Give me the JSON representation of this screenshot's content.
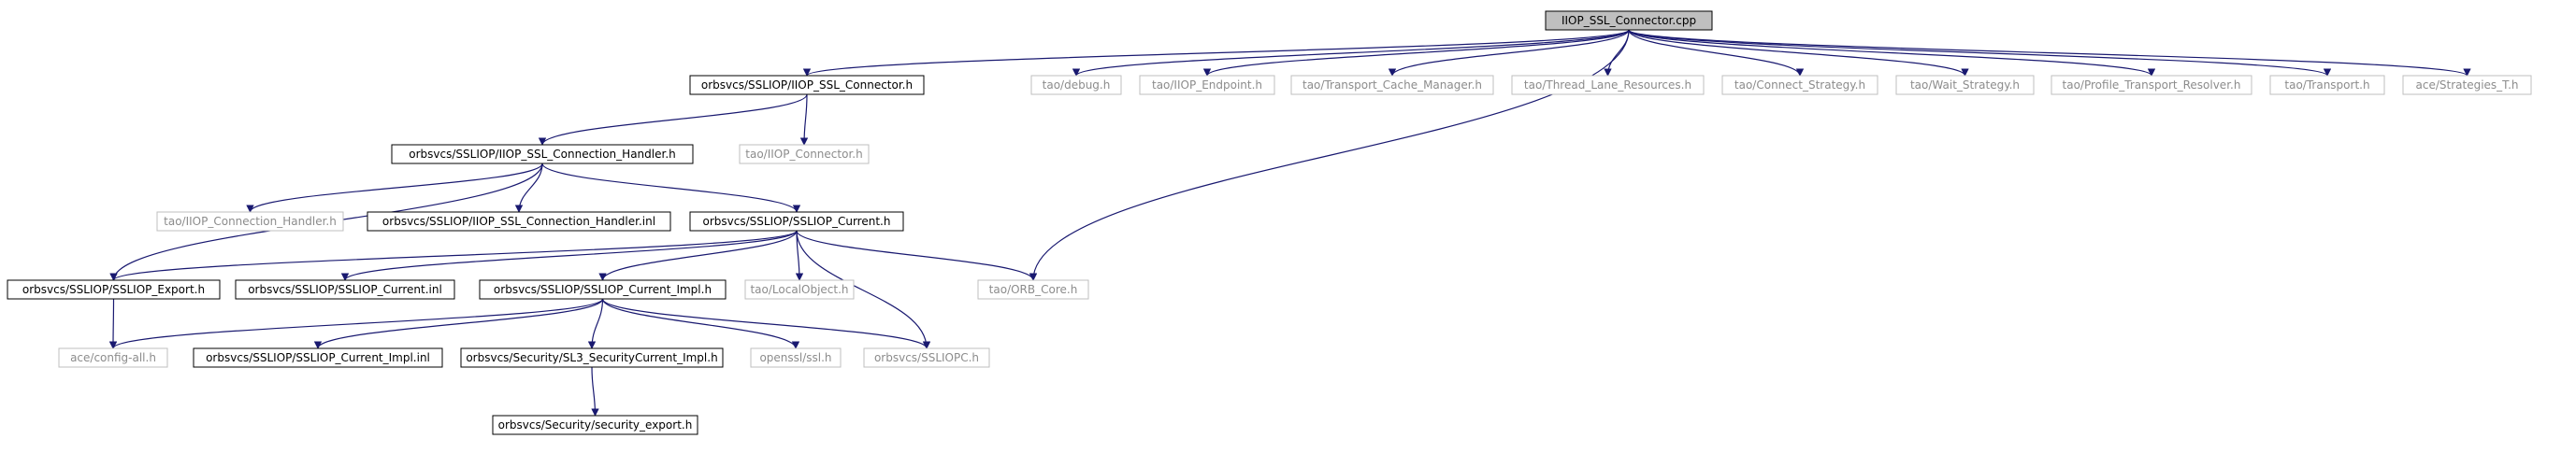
{
  "graph": {
    "root": "IIOP_SSL_Connector.cpp",
    "nodes": {
      "root": {
        "label": "IIOP_SSL_Connector.cpp",
        "style": "root"
      },
      "connector_h": {
        "label": "orbsvcs/SSLIOP/IIOP_SSL_Connector.h",
        "style": "doc"
      },
      "tao_debug": {
        "label": "tao/debug.h",
        "style": "ext"
      },
      "tao_iiop_endpoint": {
        "label": "tao/IIOP_Endpoint.h",
        "style": "ext"
      },
      "tao_transport_cache": {
        "label": "tao/Transport_Cache_Manager.h",
        "style": "ext"
      },
      "tao_thread_lane": {
        "label": "tao/Thread_Lane_Resources.h",
        "style": "ext"
      },
      "tao_connect_strategy": {
        "label": "tao/Connect_Strategy.h",
        "style": "ext"
      },
      "tao_wait_strategy": {
        "label": "tao/Wait_Strategy.h",
        "style": "ext"
      },
      "tao_profile_resolver": {
        "label": "tao/Profile_Transport_Resolver.h",
        "style": "ext"
      },
      "tao_transport": {
        "label": "tao/Transport.h",
        "style": "ext"
      },
      "ace_strategies": {
        "label": "ace/Strategies_T.h",
        "style": "ext"
      },
      "conn_handler_h": {
        "label": "orbsvcs/SSLIOP/IIOP_SSL_Connection_Handler.h",
        "style": "doc"
      },
      "tao_iiop_connector": {
        "label": "tao/IIOP_Connector.h",
        "style": "ext"
      },
      "tao_iiop_conn_handler": {
        "label": "tao/IIOP_Connection_Handler.h",
        "style": "ext"
      },
      "conn_handler_inl": {
        "label": "orbsvcs/SSLIOP/IIOP_SSL_Connection_Handler.inl",
        "style": "doc"
      },
      "ssliop_current_h": {
        "label": "orbsvcs/SSLIOP/SSLIOP_Current.h",
        "style": "doc"
      },
      "ssliop_export_h": {
        "label": "orbsvcs/SSLIOP/SSLIOP_Export.h",
        "style": "doc"
      },
      "ssliop_current_inl": {
        "label": "orbsvcs/SSLIOP/SSLIOP_Current.inl",
        "style": "doc"
      },
      "ssliop_current_impl_h": {
        "label": "orbsvcs/SSLIOP/SSLIOP_Current_Impl.h",
        "style": "doc"
      },
      "tao_localobject": {
        "label": "tao/LocalObject.h",
        "style": "ext"
      },
      "tao_orb_core": {
        "label": "tao/ORB_Core.h",
        "style": "ext"
      },
      "ace_config_all": {
        "label": "ace/config-all.h",
        "style": "ext"
      },
      "ssliop_current_impl_inl": {
        "label": "orbsvcs/SSLIOP/SSLIOP_Current_Impl.inl",
        "style": "doc"
      },
      "sl3_securitycurrent_impl_h": {
        "label": "orbsvcs/Security/SL3_SecurityCurrent_Impl.h",
        "style": "doc"
      },
      "openssl_ssl": {
        "label": "openssl/ssl.h",
        "style": "ext"
      },
      "sslioc_h": {
        "label": "orbsvcs/SSLIOPC.h",
        "style": "ext"
      },
      "security_export_h": {
        "label": "orbsvcs/Security/security_export.h",
        "style": "doc"
      }
    },
    "edges": [
      [
        "root",
        "connector_h"
      ],
      [
        "root",
        "tao_debug"
      ],
      [
        "root",
        "tao_iiop_endpoint"
      ],
      [
        "root",
        "tao_transport_cache"
      ],
      [
        "root",
        "tao_thread_lane"
      ],
      [
        "root",
        "tao_connect_strategy"
      ],
      [
        "root",
        "tao_wait_strategy"
      ],
      [
        "root",
        "tao_profile_resolver"
      ],
      [
        "root",
        "tao_transport"
      ],
      [
        "root",
        "ace_strategies"
      ],
      [
        "root",
        "tao_orb_core"
      ],
      [
        "connector_h",
        "conn_handler_h"
      ],
      [
        "connector_h",
        "tao_iiop_connector"
      ],
      [
        "conn_handler_h",
        "tao_iiop_conn_handler"
      ],
      [
        "conn_handler_h",
        "conn_handler_inl"
      ],
      [
        "conn_handler_h",
        "ssliop_current_h"
      ],
      [
        "conn_handler_h",
        "ssliop_export_h"
      ],
      [
        "ssliop_current_h",
        "ssliop_export_h"
      ],
      [
        "ssliop_current_h",
        "ssliop_current_inl"
      ],
      [
        "ssliop_current_h",
        "ssliop_current_impl_h"
      ],
      [
        "ssliop_current_h",
        "tao_localobject"
      ],
      [
        "ssliop_current_h",
        "tao_orb_core"
      ],
      [
        "ssliop_current_h",
        "sslioc_h"
      ],
      [
        "ssliop_export_h",
        "ace_config_all"
      ],
      [
        "ssliop_current_impl_h",
        "ace_config_all"
      ],
      [
        "ssliop_current_impl_h",
        "ssliop_current_impl_inl"
      ],
      [
        "ssliop_current_impl_h",
        "sl3_securitycurrent_impl_h"
      ],
      [
        "ssliop_current_impl_h",
        "openssl_ssl"
      ],
      [
        "ssliop_current_impl_h",
        "sslioc_h"
      ],
      [
        "sl3_securitycurrent_impl_h",
        "security_export_h"
      ]
    ],
    "colors": {
      "edge": "#191970",
      "root_fill": "#bfbfbf",
      "doc_border": "#000000",
      "ext_border": "#bfbfbf",
      "ext_text": "#8c8c8c"
    }
  }
}
